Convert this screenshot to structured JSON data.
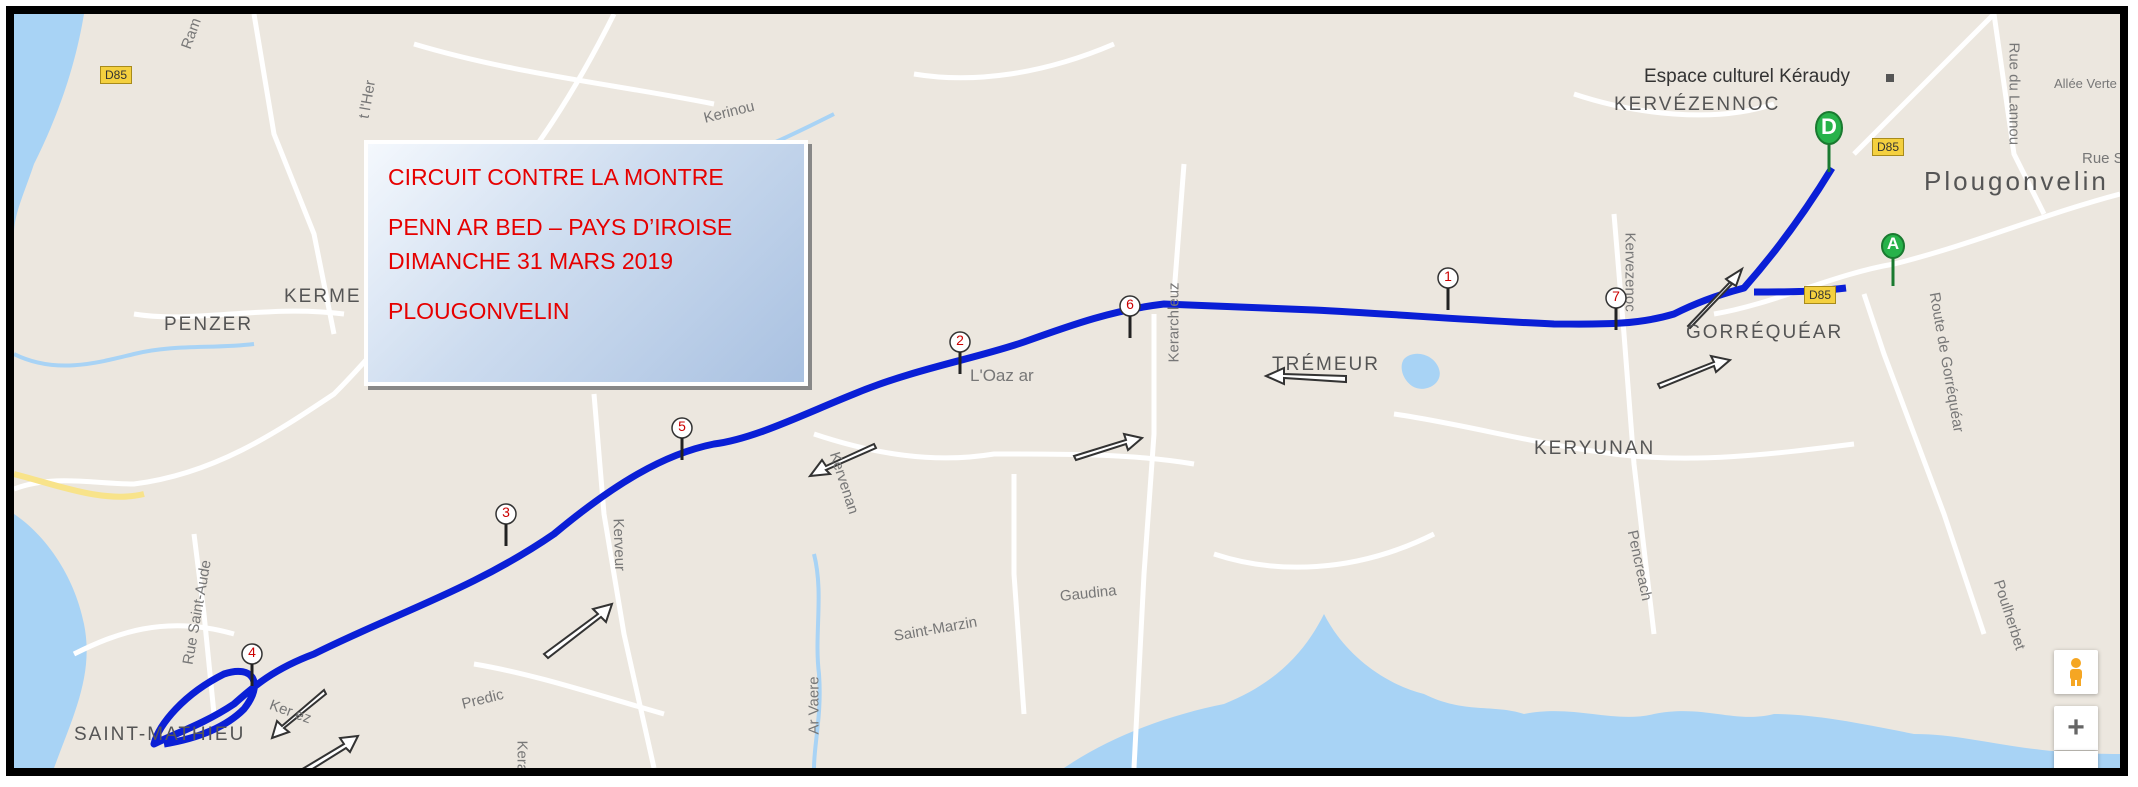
{
  "info_box": {
    "title": "CIRCUIT CONTRE LA MONTRE",
    "event": "PENN AR BED – PAYS D’IROISE",
    "date": "DIMANCHE 31 MARS 2019",
    "town": "PLOUGONVELIN"
  },
  "places": {
    "kervezennoc": "KERVÉZENNOC",
    "plougonvelin": "Plougonvelin",
    "gorrequear": "GORRÉQUÉAR",
    "keryunan": "KERYUNAN",
    "tremeur": "TRÉMEUR",
    "penzer": "PENZER",
    "kermeur": "KERME",
    "saint_mathieu": "SAINT-MATHIEU"
  },
  "poi": {
    "espace_culturel": "Espace culturel Kéraudy"
  },
  "streets": {
    "kerinou": "Kerinou",
    "allee_verte": "Allée Verte",
    "rue_du_lannou": "Rue du Lannou",
    "rue_s": "Rue S",
    "kervezenoc": "Kervezenoc",
    "route_de_gorrequear": "Route de Gorréquéar",
    "kerarchleuz": "Kerarchleuz",
    "kervenan": "Kervenan",
    "kerveur": "Kerveur",
    "pencreach": "Pencreach",
    "poulherbet": "Poulherbet",
    "gaudina": "Gaudina",
    "saint_marzin": "Saint-Marzin",
    "rue_saint_aude": "Rue Saint-Aude",
    "predic": "Predic",
    "ar_vaere": "Ar Vaere",
    "keraere": "Keraere",
    "oaz_ar": "L'Oaz ar",
    "ram": "Ram",
    "her": "t l'Her",
    "ker_ez": "Ker  ez"
  },
  "road_shields": {
    "d85": "D85"
  },
  "markers": {
    "start": "D",
    "finish": "A",
    "checkpoints": [
      "1",
      "2",
      "3",
      "4",
      "5",
      "6",
      "7"
    ]
  },
  "colors": {
    "route": "#0a1fd6",
    "water": "#a8d3f5",
    "land": "#ece7df",
    "title_red": "#e60000",
    "marker_green": "#27b24a"
  },
  "controls": {
    "zoom_in": "+",
    "zoom_out": "−",
    "street_view": "pegman-icon"
  }
}
